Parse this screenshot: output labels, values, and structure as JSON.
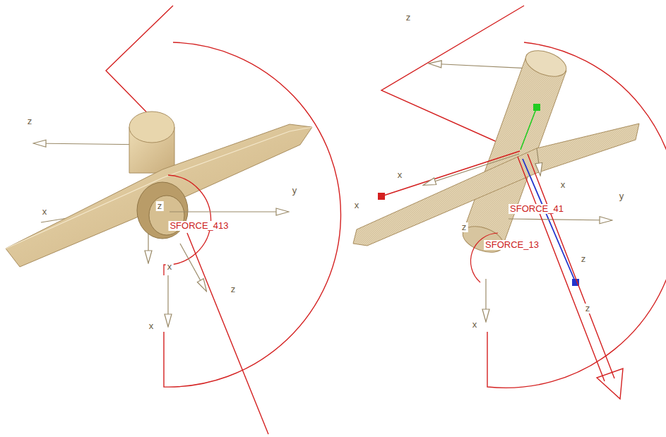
{
  "diagram": {
    "labels": [
      "z",
      "x",
      "y",
      "z",
      "SFORCE_413",
      "x",
      "z",
      "x",
      "z",
      "x",
      "x",
      "z",
      "SFORCE_41",
      "SFORCE_13",
      "x",
      "y",
      "z",
      "z",
      "x"
    ]
  }
}
